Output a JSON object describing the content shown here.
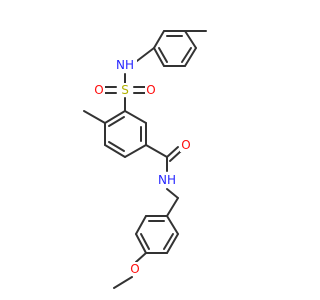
{
  "colors": {
    "bond": "#333333",
    "N": "#2626ff",
    "O": "#ff0d0d",
    "S": "#b2b200"
  },
  "atoms": {
    "nh_sulfonamide": {
      "text": "NH",
      "element": "N"
    },
    "s_sulfonyl": {
      "text": "S",
      "element": "S"
    },
    "o_sulfonyl_left": {
      "text": "O",
      "element": "O"
    },
    "o_sulfonyl_right": {
      "text": "O",
      "element": "O"
    },
    "o_carbonyl": {
      "text": "O",
      "element": "O"
    },
    "nh_amide": {
      "text": "NH",
      "element": "N"
    },
    "o_methoxy": {
      "text": "O",
      "element": "O"
    }
  }
}
